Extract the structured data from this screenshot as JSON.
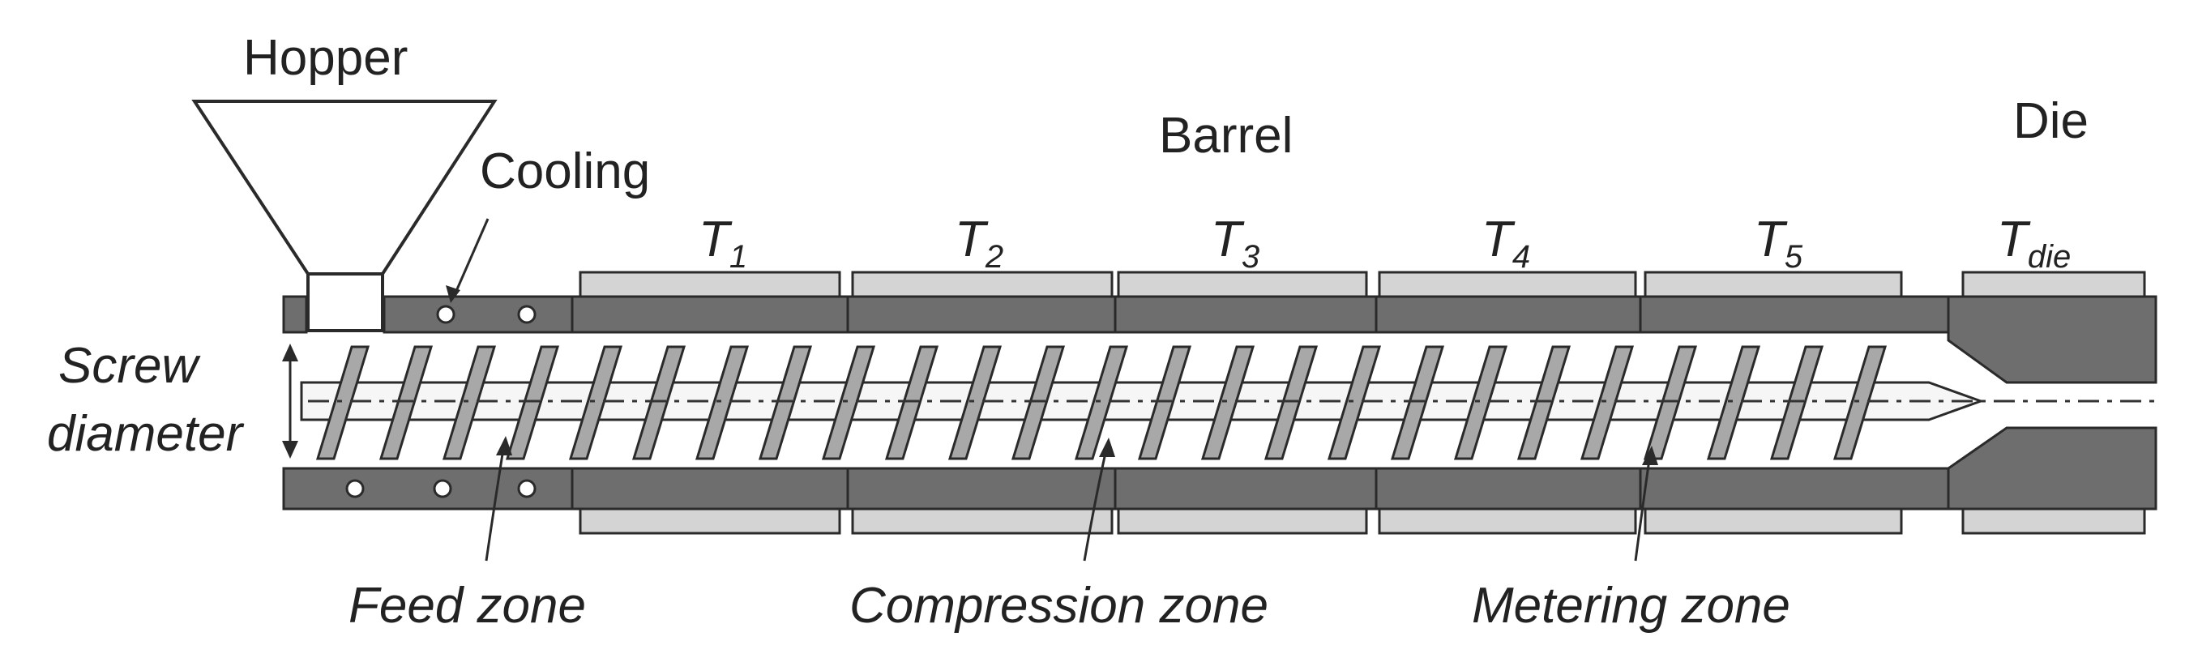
{
  "labels": {
    "hopper": "Hopper",
    "cooling": "Cooling",
    "barrel": "Barrel",
    "die": "Die",
    "screw_diameter_line1": "Screw",
    "screw_diameter_line2": "diameter",
    "feed_zone": "Feed zone",
    "compression_zone": "Compression zone",
    "metering_zone": "Metering zone"
  },
  "heater_zones": [
    {
      "symbol": "T",
      "subscript": "1"
    },
    {
      "symbol": "T",
      "subscript": "2"
    },
    {
      "symbol": "T",
      "subscript": "3"
    },
    {
      "symbol": "T",
      "subscript": "4"
    },
    {
      "symbol": "T",
      "subscript": "5"
    },
    {
      "symbol": "T",
      "subscript": "die"
    }
  ],
  "colors": {
    "barrel_wall": "#6e6e6e",
    "heater_band": "#d4d4d4",
    "outline": "#2a2a2a",
    "screw_flight": "#a8a8a8",
    "screw_root": "#f6f6f6"
  }
}
